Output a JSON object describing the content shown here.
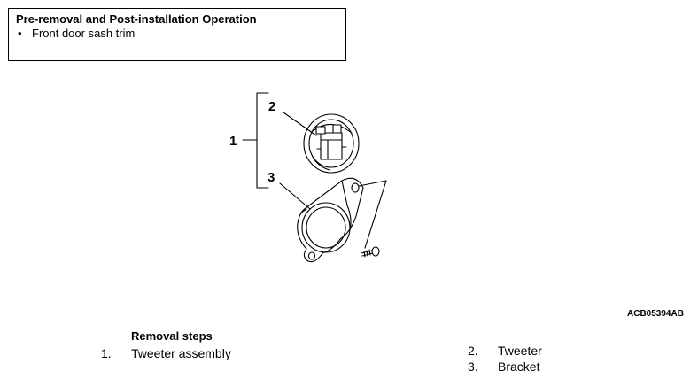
{
  "info_box": {
    "title": "Pre-removal and Post-installation Operation",
    "items": [
      "Front door sash trim"
    ]
  },
  "callouts": {
    "c1": "1",
    "c2": "2",
    "c3": "3"
  },
  "figure_code": "ACB05394AB",
  "removal": {
    "heading": "Removal steps",
    "steps": [
      {
        "num": "1.",
        "label": "Tweeter assembly"
      },
      {
        "num": "2.",
        "label": "Tweeter"
      },
      {
        "num": "3.",
        "label": "Bracket"
      }
    ]
  }
}
